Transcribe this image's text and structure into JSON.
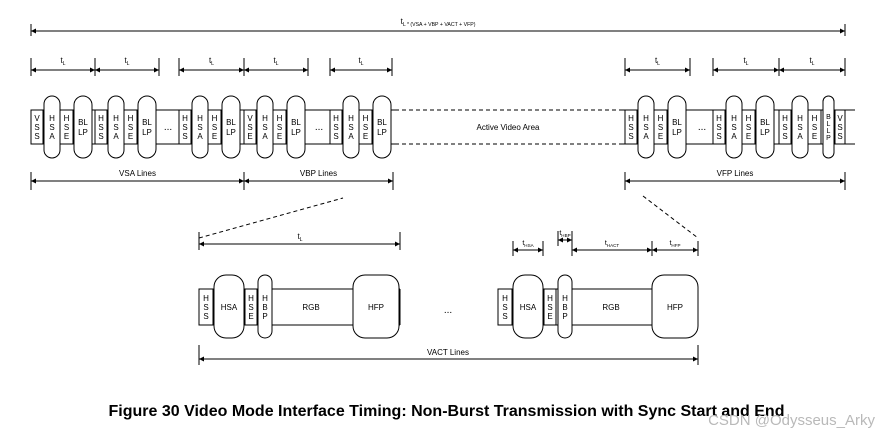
{
  "diagram": {
    "total_label": "t",
    "total_label_sub": "L",
    "total_label_rest": " * (VSA + VBP + VACT + VFP)",
    "tl_label": "t",
    "tl_sub": "L",
    "active_area": "Active Video Area",
    "ellipsis": "...",
    "sections": {
      "vsa": "VSA Lines",
      "vbp": "VBP Lines",
      "vfp": "VFP Lines",
      "vact": "VACT Lines"
    },
    "packets": {
      "vss": [
        "V",
        "S",
        "S"
      ],
      "hss": [
        "H",
        "S",
        "S"
      ],
      "hsa": [
        "H",
        "S",
        "A"
      ],
      "hse": [
        "H",
        "S",
        "E"
      ],
      "vse": [
        "V",
        "S",
        "E"
      ],
      "blanking": [
        "BL",
        "LP"
      ],
      "blanking_narrow": [
        "B",
        "L",
        "L",
        "P"
      ],
      "hbp": [
        "H",
        "B",
        "P"
      ]
    },
    "detail": {
      "hsa": "HSA",
      "rgb": "RGB",
      "hfp": "HFP",
      "t_hsa": "HSA",
      "t_hbp": "HBP",
      "t_hact": "HACT",
      "t_hfp": "HFP"
    },
    "caption": "Figure 30 Video Mode Interface Timing: Non-Burst Transmission with Sync Start and End",
    "watermark": "CSDN @Odysseus_Arky"
  }
}
